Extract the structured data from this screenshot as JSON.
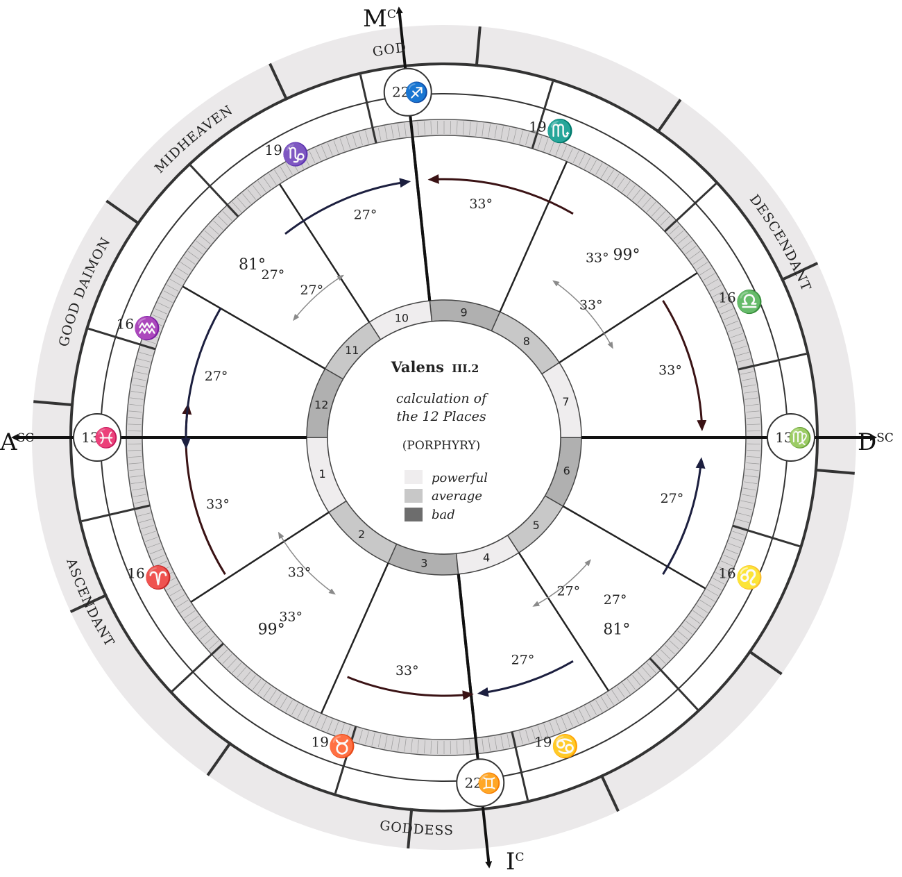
{
  "title": "Valens",
  "title_suffix": "III.2",
  "subtitle_line1": "calculation of",
  "subtitle_line2": "the 12 Places",
  "method": "(PORPHYRY)",
  "legend": [
    {
      "label": "powerful",
      "color": "#efedee"
    },
    {
      "label": "average",
      "color": "#c8c8c8"
    },
    {
      "label": "bad",
      "color": "#6d6d6d"
    }
  ],
  "axes": {
    "mc": {
      "letter": "M",
      "sup": "C"
    },
    "ic": {
      "letter": "I",
      "sup": "C"
    },
    "asc": {
      "letter": "A",
      "sup": "SC"
    },
    "dsc": {
      "letter": "D",
      "sup": "SC"
    }
  },
  "outer_labels": [
    "GOD",
    "MIDHEAVEN",
    "GOOD DAIMON",
    "ASCENDANT",
    "GODDESS",
    "DESCENDANT"
  ],
  "angle_markers": [
    {
      "id": "mc",
      "degree": "22",
      "sign": "♐"
    },
    {
      "id": "asc",
      "degree": "13",
      "sign": "♓"
    },
    {
      "id": "dsc",
      "degree": "13",
      "sign": "♍"
    },
    {
      "id": "ic",
      "degree": "22",
      "sign": "♊"
    }
  ],
  "sign_cusps": [
    {
      "degree": "19",
      "sign": "♏"
    },
    {
      "degree": "19",
      "sign": "♑"
    },
    {
      "degree": "16",
      "sign": "♎"
    },
    {
      "degree": "16",
      "sign": "♒"
    },
    {
      "degree": "16",
      "sign": "♌"
    },
    {
      "degree": "16",
      "sign": "♈"
    },
    {
      "degree": "19",
      "sign": "♋"
    },
    {
      "degree": "19",
      "sign": "♉"
    }
  ],
  "places": [
    {
      "number": "1",
      "quality": "powerful",
      "size": "33°"
    },
    {
      "number": "2",
      "quality": "average",
      "size": "33°"
    },
    {
      "number": "3",
      "quality": "bad",
      "size": "33°"
    },
    {
      "number": "4",
      "quality": "powerful",
      "size": "27°"
    },
    {
      "number": "5",
      "quality": "average",
      "size": "27°"
    },
    {
      "number": "6",
      "quality": "bad",
      "size": "27°"
    },
    {
      "number": "7",
      "quality": "powerful",
      "size": "33°"
    },
    {
      "number": "8",
      "quality": "average",
      "size": "33°"
    },
    {
      "number": "9",
      "quality": "bad",
      "size": "33°"
    },
    {
      "number": "10",
      "quality": "powerful",
      "size": "27°"
    },
    {
      "number": "11",
      "quality": "average",
      "size": "27°"
    },
    {
      "number": "12",
      "quality": "bad",
      "size": "27°"
    }
  ],
  "quadrant_arcs": [
    "99°",
    "81°",
    "99°",
    "81°"
  ],
  "trisection_labels": [
    "33°",
    "27°",
    "33°",
    "27°"
  ],
  "colors": {
    "band": "#ebe9ea",
    "powerful": "#efedee",
    "average": "#c8c8c8",
    "bad": "#b0b0b0",
    "arrow_dark_red": "#3a1214",
    "arrow_dark_blue": "#1c1f3f",
    "arrow_gray": "#8a8a8a"
  }
}
